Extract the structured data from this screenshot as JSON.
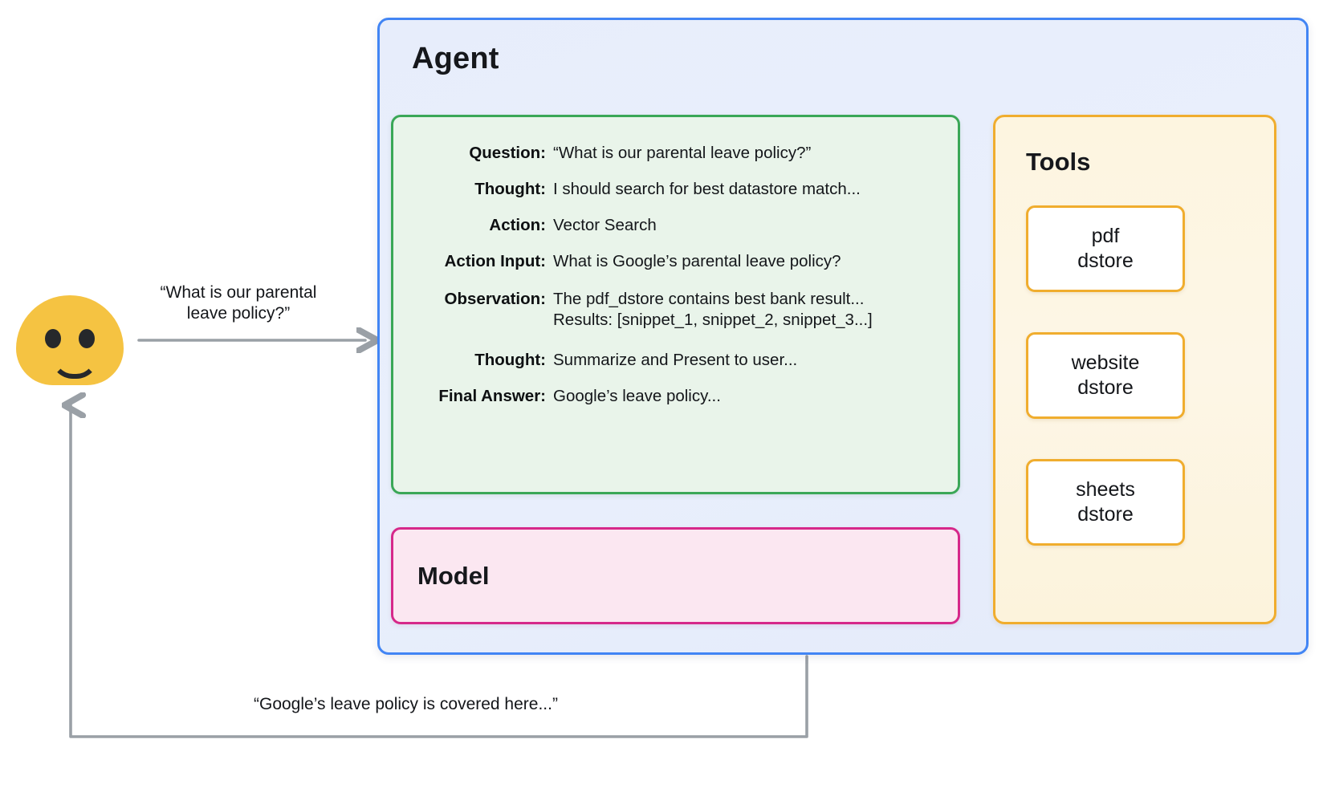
{
  "agent": {
    "title": "Agent",
    "border_color": "#4285f4",
    "fill_color": "#e7edfb"
  },
  "trace": {
    "border_color": "#3aa757",
    "fill_color": "#e9f4ea",
    "rows": [
      {
        "label": "Question:",
        "value": "“What is our parental leave policy?”"
      },
      {
        "label": "Thought:",
        "value": "I should search for best datastore match..."
      },
      {
        "label": "Action:",
        "value": "Vector Search"
      },
      {
        "label": "Action Input:",
        "value": "What is Google’s parental leave policy?"
      },
      {
        "label": "Observation:",
        "value": "The pdf_dstore contains best bank result...",
        "value2": "Results: [snippet_1, snippet_2, snippet_3...]"
      },
      {
        "label": "Thought:",
        "value": "Summarize and Present to user..."
      },
      {
        "label": "Final Answer:",
        "value": "Google’s leave policy..."
      }
    ]
  },
  "model": {
    "title": "Model",
    "border_color": "#d6288a",
    "fill_color": "#fbe7f1"
  },
  "tools": {
    "title": "Tools",
    "border_color": "#f0ad2e",
    "fill_color": "#fdf6e6",
    "items": [
      {
        "line1": "pdf",
        "line2": "dstore"
      },
      {
        "line1": "website",
        "line2": "dstore"
      },
      {
        "line1": "sheets",
        "line2": "dstore"
      }
    ]
  },
  "user": {
    "avatar": "smiley-blob-avatar",
    "avatar_color": "#f5c342",
    "question_line1": "“What is our parental",
    "question_line2": "leave policy?”",
    "answer": "“Google’s leave policy is covered here...”"
  },
  "connectors": {
    "arrow_color": "#9aa0a6",
    "dotted_color": "#8e949c"
  }
}
